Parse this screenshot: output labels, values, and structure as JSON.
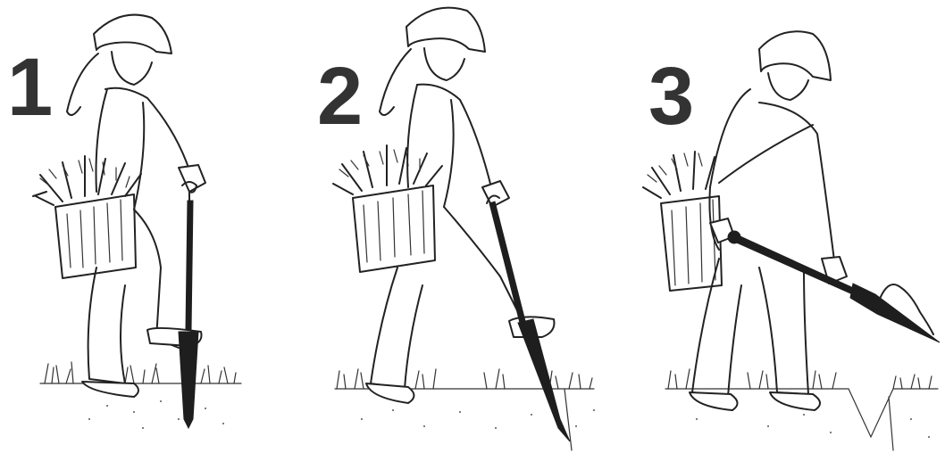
{
  "steps": [
    {
      "number": "1"
    },
    {
      "number": "2"
    },
    {
      "number": "3"
    }
  ],
  "colors": {
    "number": "#333333",
    "ink": "#222222",
    "background": "#ffffff"
  },
  "illustrations": [
    "planter-stepping-on-shovel",
    "planter-pushing-shovel-into-ground",
    "planter-lifting-soil-with-shovel"
  ]
}
